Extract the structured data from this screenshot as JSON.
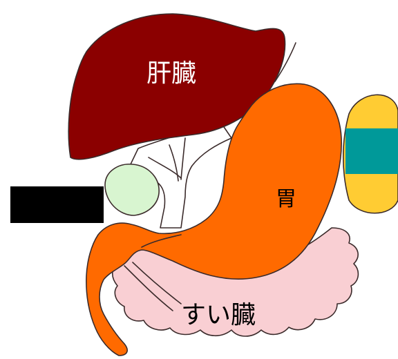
{
  "labels": {
    "liver": "肝臓",
    "stomach": "胃",
    "pancreas": "すい臓"
  },
  "colors": {
    "liver": "#8b0000",
    "stomach": "#ff6a00",
    "pancreas": "#f9cfd3",
    "gallbladder": "#d8f5d0",
    "spleen": "#ffcc33",
    "spleen_band": "#009999",
    "redaction": "#000000"
  }
}
